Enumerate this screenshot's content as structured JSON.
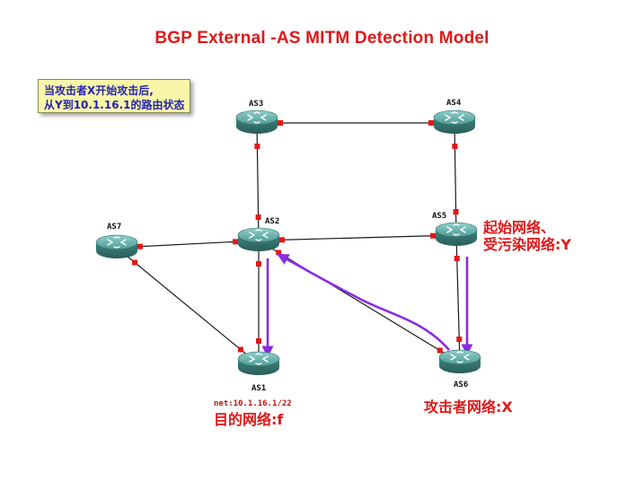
{
  "title": "BGP External -AS MITM Detection Model",
  "note": {
    "line1": "当攻击者X开始攻击后,",
    "line2": "从Y到10.1.16.1的路由状态"
  },
  "nodes": [
    {
      "id": "AS3",
      "label": "AS3"
    },
    {
      "id": "AS4",
      "label": "AS4"
    },
    {
      "id": "AS7",
      "label": "AS7"
    },
    {
      "id": "AS2",
      "label": "AS2"
    },
    {
      "id": "AS5",
      "label": "AS5"
    },
    {
      "id": "AS1",
      "label": "AS1"
    },
    {
      "id": "AS6",
      "label": "AS6"
    }
  ],
  "links": [
    [
      "AS3",
      "AS4"
    ],
    [
      "AS3",
      "AS2"
    ],
    [
      "AS4",
      "AS5"
    ],
    [
      "AS7",
      "AS2"
    ],
    [
      "AS7",
      "AS1"
    ],
    [
      "AS2",
      "AS5"
    ],
    [
      "AS2",
      "AS1"
    ],
    [
      "AS2",
      "AS6"
    ],
    [
      "AS5",
      "AS6"
    ]
  ],
  "annotations": {
    "net": "net:10.1.16.1/22",
    "dest": "目的网络:f",
    "start_line1": "起始网络、",
    "start_line2": "受污染网络:Y",
    "attacker": "攻击者网络:X"
  },
  "colors": {
    "title": "#e01818",
    "router_body": "#4f9a95",
    "link": "#1a1a1a",
    "port": "#e01818",
    "route_arrow": "#8a2be2",
    "note_bg": "#f8f6a8",
    "note_text": "#2323b0"
  }
}
